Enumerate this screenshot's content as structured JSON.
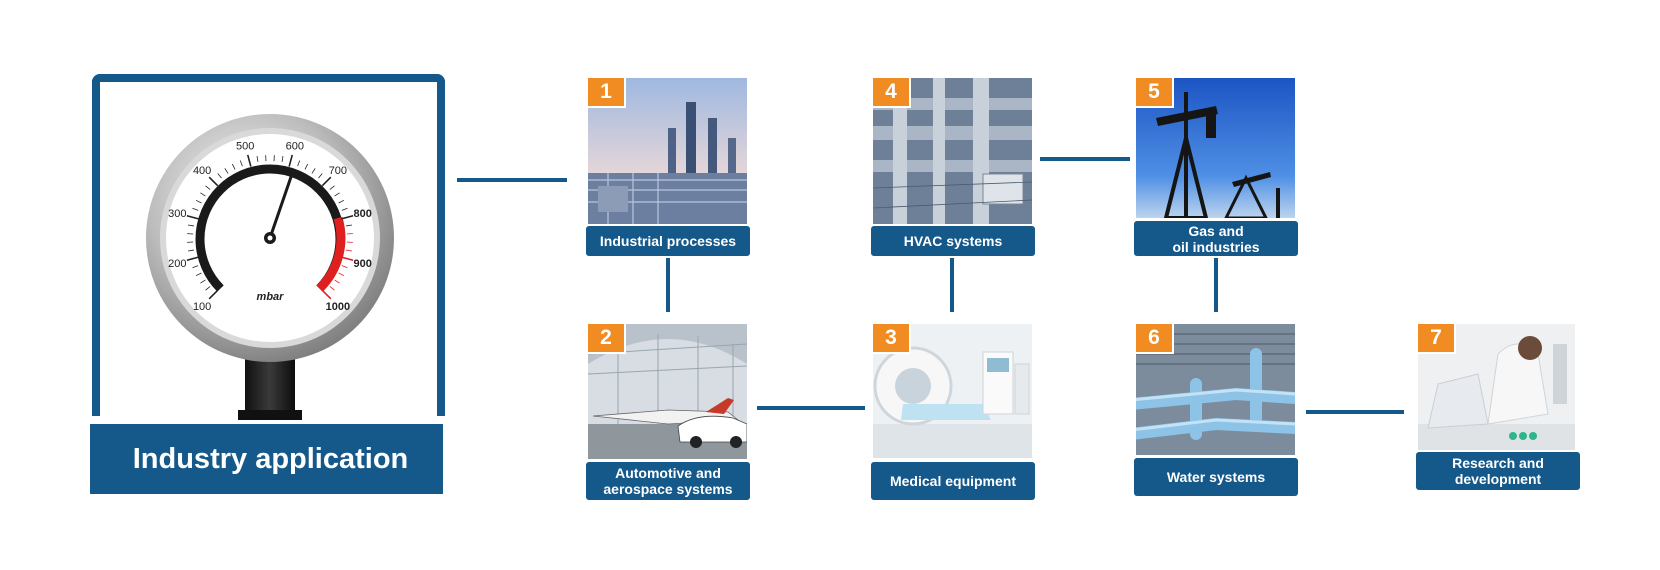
{
  "main": {
    "title": "Industry application",
    "gauge": {
      "unit": "mbar",
      "scale_labels": [
        "100",
        "200",
        "300",
        "400",
        "500",
        "600",
        "700",
        "800",
        "900",
        "1000"
      ]
    }
  },
  "items": [
    {
      "number": "1",
      "label": "Industrial processes",
      "icon": "refinery-photo"
    },
    {
      "number": "2",
      "label": "Automotive and\naerospace systems",
      "icon": "hangar-photo"
    },
    {
      "number": "3",
      "label": "Medical equipment",
      "icon": "mri-photo"
    },
    {
      "number": "4",
      "label": "HVAC systems",
      "icon": "ducts-photo"
    },
    {
      "number": "5",
      "label": "Gas and\noil industries",
      "icon": "oil-pump-photo"
    },
    {
      "number": "6",
      "label": "Water systems",
      "icon": "pipes-photo"
    },
    {
      "number": "7",
      "label": "Research and\ndevelopment",
      "icon": "lab-photo"
    }
  ],
  "colors": {
    "primary": "#15588a",
    "badge": "#f08c21",
    "danger": "#e0201f"
  }
}
